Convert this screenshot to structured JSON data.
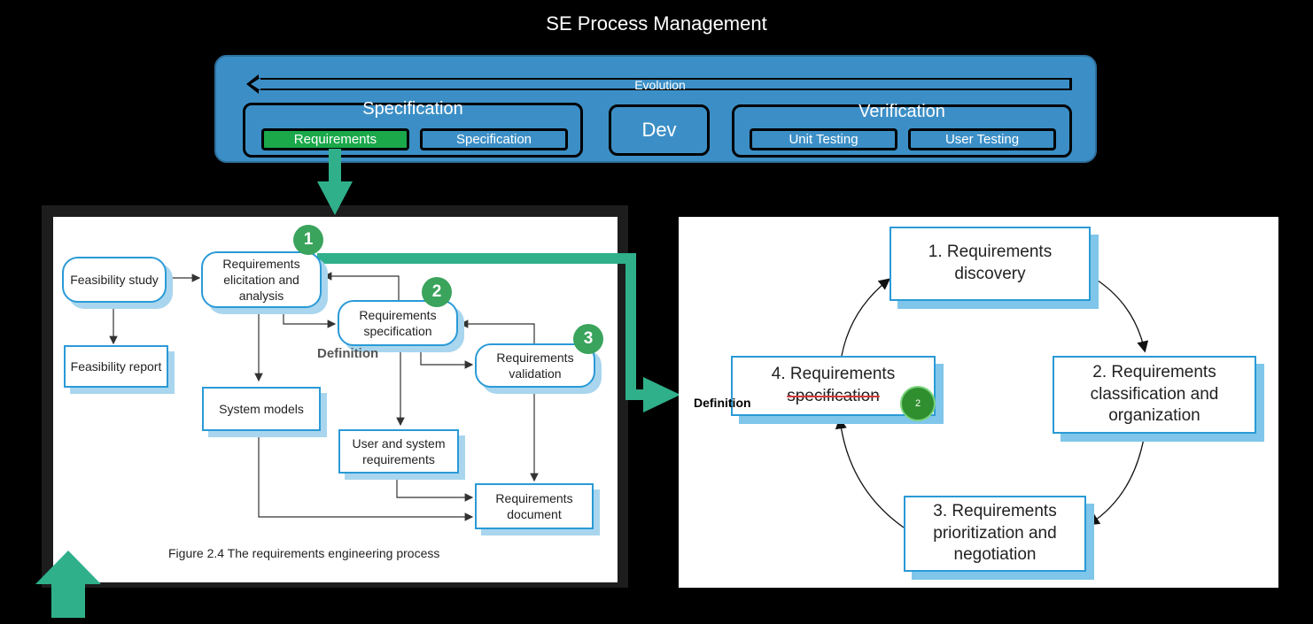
{
  "slide": {
    "title": "SE Process Management"
  },
  "process_bar": {
    "evolution_label": "Evolution",
    "specification_group": {
      "title": "Specification",
      "phases": [
        "Requirements",
        "Specification"
      ]
    },
    "dev_label": "Dev",
    "verification_group": {
      "title": "Verification",
      "phases": [
        "Unit Testing",
        "User Testing"
      ]
    }
  },
  "left_figure": {
    "nodes": {
      "feasibility_study": "Feasibility study",
      "feasibility_report": "Feasibility report",
      "req_elicitation": "Requirements elicitation and analysis",
      "system_models": "System models",
      "req_spec_prefix": "Requirements",
      "req_spec_strike": "specification",
      "user_system_req": "User and system requirements",
      "req_validation": "Requirements validation",
      "req_document": "Requirements document"
    },
    "definition_label": "Definition",
    "badges": [
      "1",
      "2",
      "3"
    ],
    "caption": "Figure 2.4 The requirements engineering process"
  },
  "right_figure": {
    "nodes": {
      "discovery": "1. Requirements discovery",
      "classification": "2. Requirements classification and organization",
      "prioritization": "3. Requirements prioritization and negotiation",
      "spec_prefix": "4. Requirements",
      "spec_strike": "specification"
    },
    "definition_label": "Definition",
    "badge": "2"
  },
  "colors": {
    "accent_green": "#2fb08a",
    "requirements_active": "#1aa84a",
    "process_blue": "#3c8fc6",
    "node_border": "#2a9ad6",
    "badge_green": "#3aa35c"
  }
}
